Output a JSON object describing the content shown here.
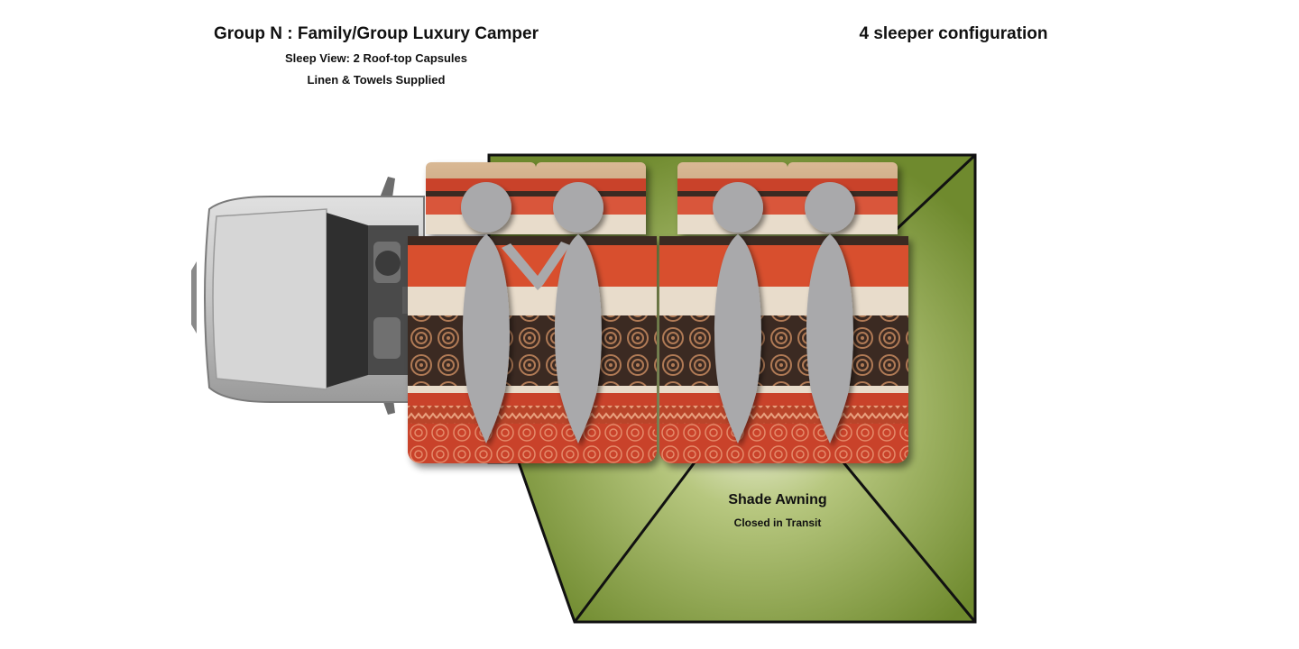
{
  "header": {
    "title": "Group N : Family/Group Luxury Camper",
    "subtitle_1": "Sleep View: 2 Roof-top Capsules",
    "subtitle_2": "Linen & Towels Supplied",
    "config_label": "4 sleeper configuration"
  },
  "awning": {
    "label": "Shade Awning",
    "sublabel": "Closed in Transit",
    "color": "#6f8a2e"
  },
  "colors": {
    "duvet_red": "#c9432a",
    "duvet_dark": "#3a2a24",
    "duvet_cream": "#e8dccb",
    "person_grey": "#a9a9ab",
    "vehicle_silver": "#c8c8c8"
  },
  "beds": [
    {
      "name": "bed-left",
      "people": 2
    },
    {
      "name": "bed-right",
      "people": 2
    }
  ]
}
